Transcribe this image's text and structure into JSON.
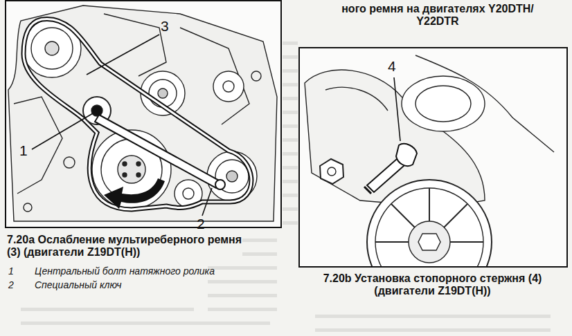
{
  "diagram": {
    "labels": [
      "ного ремня на двигателях Y20DTH/ Y22DTR",
      "3",
      "1",
      "2",
      "7.20a Ослабление мультиреберного ремня (3) (двигатели Z19DT(H))",
      "1",
      "Центральный болт натяжного ролика",
      "2",
      "Специальный ключ",
      "4",
      "7.20b Установка стопорного стержня (4) (двигатели Z19DT(H))"
    ]
  }
}
